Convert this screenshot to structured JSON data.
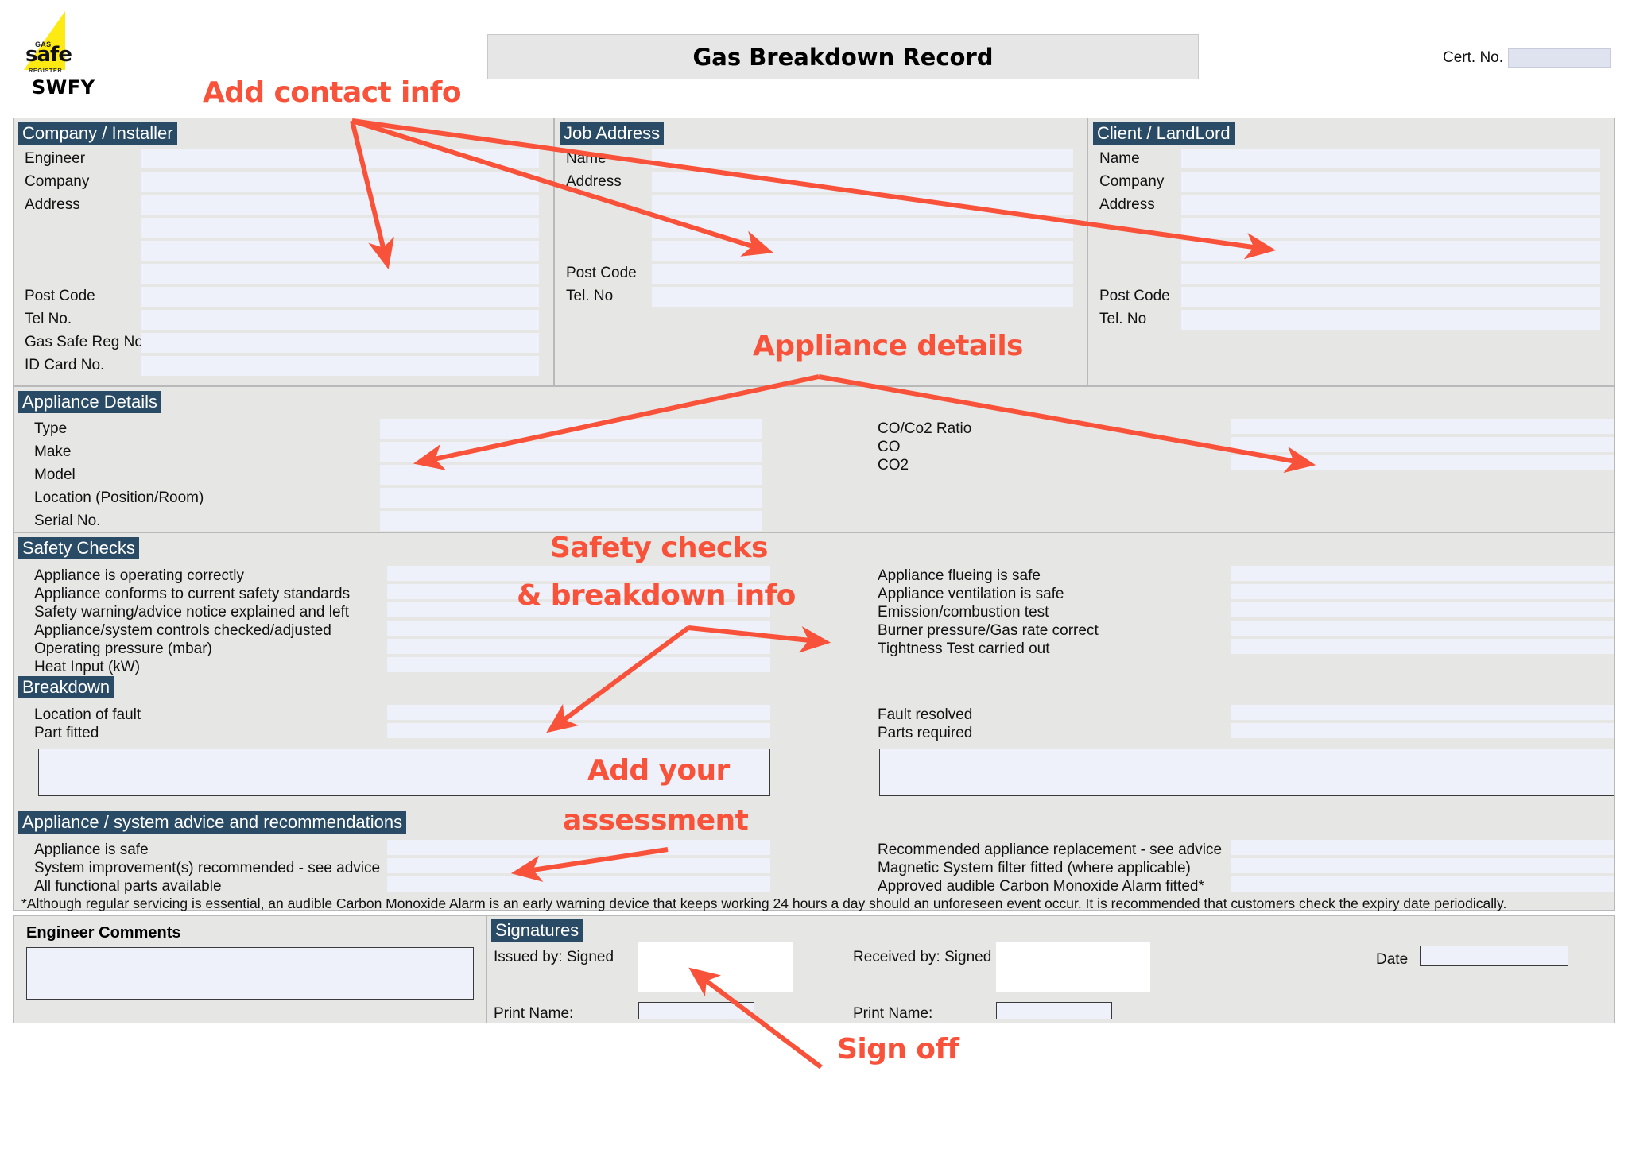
{
  "header": {
    "logo": {
      "gas": "GAS",
      "safe": "safe",
      "register": "REGISTER",
      "brand": "SWFY"
    },
    "title": "Gas Breakdown Record",
    "cert_label": "Cert. No.",
    "cert_value": ""
  },
  "company": {
    "section_title": "Company / Installer",
    "fields": [
      {
        "label": "Engineer",
        "value": ""
      },
      {
        "label": "Company",
        "value": ""
      },
      {
        "label": "Address",
        "value": ""
      },
      {
        "label": "",
        "value": ""
      },
      {
        "label": "",
        "value": ""
      },
      {
        "label": "",
        "value": ""
      },
      {
        "label": "Post Code",
        "value": ""
      },
      {
        "label": "Tel No.",
        "value": ""
      },
      {
        "label": "Gas Safe Reg No.",
        "value": ""
      },
      {
        "label": "ID Card No.",
        "value": ""
      }
    ]
  },
  "job_address": {
    "section_title": "Job Address",
    "fields": [
      {
        "label": "Name",
        "value": ""
      },
      {
        "label": "Address",
        "value": ""
      },
      {
        "label": "",
        "value": ""
      },
      {
        "label": "",
        "value": ""
      },
      {
        "label": "",
        "value": ""
      },
      {
        "label": "Post Code",
        "value": ""
      },
      {
        "label": "Tel. No",
        "value": ""
      }
    ]
  },
  "client": {
    "section_title": "Client / LandLord",
    "fields": [
      {
        "label": "Name",
        "value": ""
      },
      {
        "label": "Company",
        "value": ""
      },
      {
        "label": "Address",
        "value": ""
      },
      {
        "label": "",
        "value": ""
      },
      {
        "label": "",
        "value": ""
      },
      {
        "label": "",
        "value": ""
      },
      {
        "label": "Post Code",
        "value": ""
      },
      {
        "label": "Tel. No",
        "value": ""
      }
    ]
  },
  "appliance_details": {
    "section_title": "Appliance Details",
    "left_fields": [
      {
        "label": "Type",
        "value": ""
      },
      {
        "label": "Make",
        "value": ""
      },
      {
        "label": "Model",
        "value": ""
      },
      {
        "label": "Location (Position/Room)",
        "value": ""
      },
      {
        "label": "Serial No.",
        "value": ""
      }
    ],
    "right_fields": [
      {
        "label": "CO/Co2 Ratio",
        "value": ""
      },
      {
        "label": "CO",
        "value": ""
      },
      {
        "label": "CO2",
        "value": ""
      }
    ]
  },
  "safety_checks": {
    "section_title": "Safety Checks",
    "left_fields": [
      {
        "label": "Appliance is operating correctly",
        "value": ""
      },
      {
        "label": "Appliance conforms to current safety standards",
        "value": ""
      },
      {
        "label": "Safety warning/advice notice explained and left",
        "value": ""
      },
      {
        "label": "Appliance/system controls checked/adjusted",
        "value": ""
      },
      {
        "label": "Operating pressure (mbar)",
        "value": ""
      },
      {
        "label": "Heat Input (kW)",
        "value": ""
      }
    ],
    "right_fields": [
      {
        "label": "Appliance flueing is safe",
        "value": ""
      },
      {
        "label": "Appliance ventilation is safe",
        "value": ""
      },
      {
        "label": "Emission/combustion test",
        "value": ""
      },
      {
        "label": "Burner pressure/Gas rate correct",
        "value": ""
      },
      {
        "label": "Tightness Test carried out",
        "value": ""
      }
    ]
  },
  "breakdown": {
    "section_title": "Breakdown",
    "left_fields": [
      {
        "label": "Location of fault",
        "value": ""
      },
      {
        "label": "Part fitted",
        "value": ""
      }
    ],
    "right_fields": [
      {
        "label": "Fault resolved",
        "value": ""
      },
      {
        "label": "Parts required",
        "value": ""
      }
    ],
    "left_notes": "",
    "right_notes": ""
  },
  "advice": {
    "section_title": "Appliance / system advice and recommendations",
    "left_fields": [
      {
        "label": "Appliance is safe",
        "value": ""
      },
      {
        "label": "System improvement(s) recommended - see advice",
        "value": ""
      },
      {
        "label": "All functional parts available",
        "value": ""
      }
    ],
    "right_fields": [
      {
        "label": "Recommended appliance replacement - see advice",
        "value": ""
      },
      {
        "label": "Magnetic System filter fitted (where applicable)",
        "value": ""
      },
      {
        "label": "Approved audible Carbon Monoxide Alarm fitted*",
        "value": ""
      }
    ],
    "footnote": "*Although regular servicing is essential, an audible Carbon Monoxide Alarm is an early warning device that keeps working 24 hours a day should an unforeseen event occur. It is recommended that customers check the expiry date periodically."
  },
  "engineer_comments": {
    "title": "Engineer Comments",
    "value": ""
  },
  "signatures": {
    "section_title": "Signatures",
    "issued_label": "Issued by: Signed",
    "issued_signature": "",
    "issued_print_label": "Print Name:",
    "issued_print_value": "",
    "received_label": "Received by: Signed",
    "received_signature": "",
    "received_print_label": "Print Name:",
    "received_print_value": "",
    "date_label": "Date",
    "date_value": ""
  },
  "annotations": [
    {
      "text": "Add contact info",
      "name": "annotation-add-contact-info"
    },
    {
      "text": "Appliance details",
      "name": "annotation-appliance-details"
    },
    {
      "text": "Safety checks",
      "name": "annotation-safety-checks-line1"
    },
    {
      "text": "& breakdown info",
      "name": "annotation-safety-checks-line2"
    },
    {
      "text": "Add your",
      "name": "annotation-add-assessment-line1"
    },
    {
      "text": "assessment",
      "name": "annotation-add-assessment-line2"
    },
    {
      "text": "Sign off",
      "name": "annotation-sign-off"
    }
  ],
  "colors": {
    "annotation": "#f9523a",
    "section_header_bg": "#2a4b66",
    "panel_bg": "#e6e6e4",
    "field_bg": "#eef0fa",
    "logo_yellow": "#fdea12"
  }
}
